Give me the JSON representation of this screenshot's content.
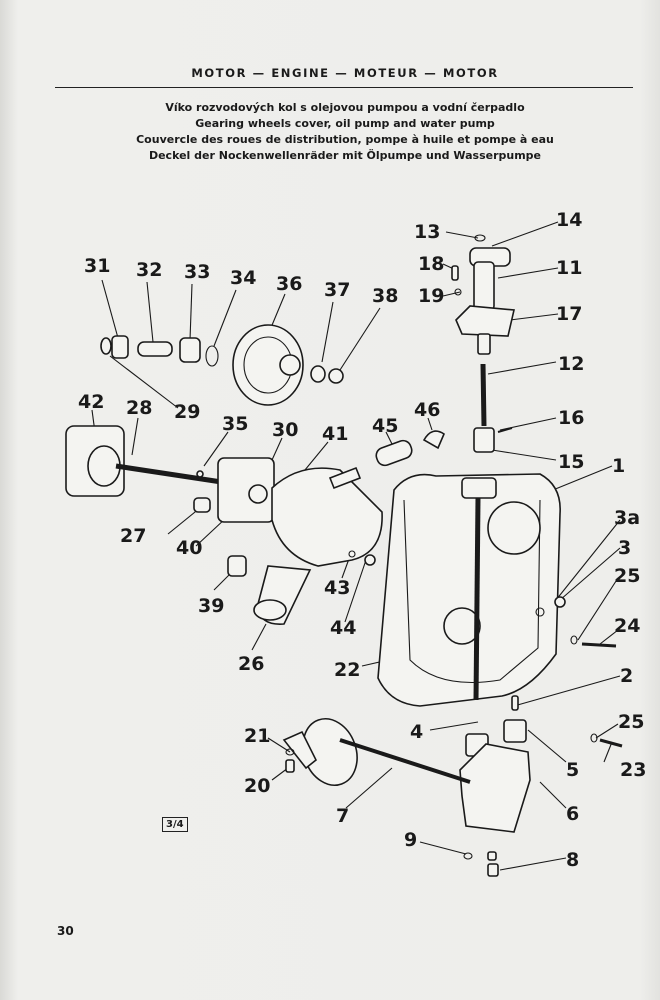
{
  "header": {
    "section": "MOTOR — ENGINE — MOTEUR — MOTOR"
  },
  "titles": {
    "cz": "Víko rozvodových kol s olejovou pumpou a vodní čerpadlo",
    "en": "Gearing wheels cover, oil pump and water pump",
    "fr": "Couvercle des roues de distribution, pompe à huile et pompe à eau",
    "de": "Deckel der Nockenwellenräder mit Ölpumpe und Wasserpumpe"
  },
  "callouts": [
    {
      "label": "31"
    },
    {
      "label": "32"
    },
    {
      "label": "33"
    },
    {
      "label": "34"
    },
    {
      "label": "36"
    },
    {
      "label": "37"
    },
    {
      "label": "38"
    },
    {
      "label": "29"
    },
    {
      "label": "42"
    },
    {
      "label": "28"
    },
    {
      "label": "35"
    },
    {
      "label": "30"
    },
    {
      "label": "41"
    },
    {
      "label": "45"
    },
    {
      "label": "46"
    },
    {
      "label": "13"
    },
    {
      "label": "14"
    },
    {
      "label": "18"
    },
    {
      "label": "11"
    },
    {
      "label": "19"
    },
    {
      "label": "17"
    },
    {
      "label": "12"
    },
    {
      "label": "16"
    },
    {
      "label": "15"
    },
    {
      "label": "1"
    },
    {
      "label": "3a"
    },
    {
      "label": "3"
    },
    {
      "label": "25"
    },
    {
      "label": "24"
    },
    {
      "label": "27"
    },
    {
      "label": "40"
    },
    {
      "label": "39"
    },
    {
      "label": "43"
    },
    {
      "label": "44"
    },
    {
      "label": "26"
    },
    {
      "label": "22"
    },
    {
      "label": "2"
    },
    {
      "label": "4"
    },
    {
      "label": "25"
    },
    {
      "label": "23"
    },
    {
      "label": "5"
    },
    {
      "label": "21"
    },
    {
      "label": "20"
    },
    {
      "label": "7"
    },
    {
      "label": "6"
    },
    {
      "label": "9"
    },
    {
      "label": "8"
    }
  ],
  "figure_ref": "3/4",
  "page_number": "30"
}
